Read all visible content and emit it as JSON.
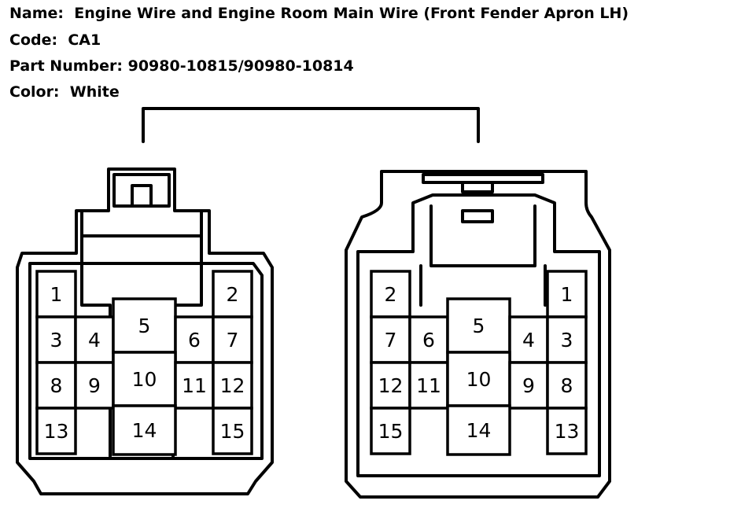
{
  "info": {
    "name_label": "Name:",
    "name_value": "Engine Wire and Engine Room Main Wire (Front Fender Apron LH)",
    "code_label": "Code:",
    "code_value": "CA1",
    "part_label": "Part Number:",
    "part_value": "90980-10815/90980-10814",
    "color_label": "Color:",
    "color_value": "White"
  },
  "connectors": {
    "left": {
      "pins": [
        "1",
        "2",
        "3",
        "4",
        "5",
        "6",
        "7",
        "8",
        "9",
        "10",
        "11",
        "12",
        "13",
        "14",
        "15"
      ]
    },
    "right": {
      "pins": [
        "2",
        "1",
        "7",
        "6",
        "5",
        "4",
        "3",
        "12",
        "11",
        "10",
        "9",
        "8",
        "15",
        "14",
        "13"
      ]
    }
  }
}
